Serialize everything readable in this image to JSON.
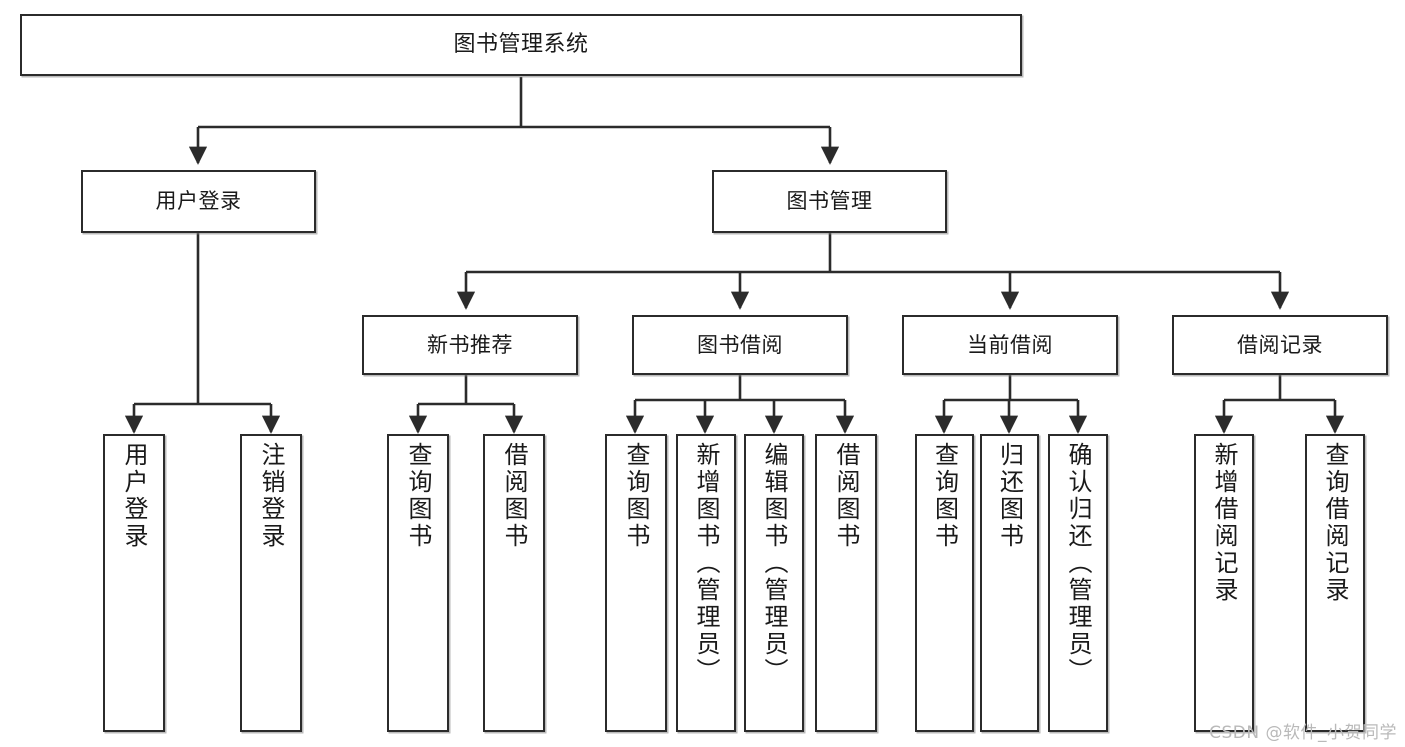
{
  "diagram": {
    "type": "tree",
    "title": "图书管理系统",
    "orientation": "top-down",
    "root": {
      "id": "root",
      "label": "图书管理系统"
    },
    "level2": [
      {
        "id": "user-login",
        "label": "用户登录"
      },
      {
        "id": "book-manage",
        "label": "图书管理"
      }
    ],
    "level3": [
      {
        "id": "new-book-rec",
        "label": "新书推荐",
        "parent": "book-manage"
      },
      {
        "id": "book-borrow",
        "label": "图书借阅",
        "parent": "book-manage"
      },
      {
        "id": "current-borrow",
        "label": "当前借阅",
        "parent": "book-manage"
      },
      {
        "id": "borrow-record",
        "label": "借阅记录",
        "parent": "book-manage"
      }
    ],
    "leaves": [
      {
        "id": "leaf-user-login",
        "label": "用户登录",
        "parent": "user-login"
      },
      {
        "id": "leaf-logout",
        "label": "注销登录",
        "parent": "user-login"
      },
      {
        "id": "leaf-query-book-1",
        "label": "查询图书",
        "parent": "new-book-rec"
      },
      {
        "id": "leaf-borrow-book-1",
        "label": "借阅图书",
        "parent": "new-book-rec"
      },
      {
        "id": "leaf-query-book-2",
        "label": "查询图书",
        "parent": "book-borrow"
      },
      {
        "id": "leaf-add-book",
        "label": "新增图书（管理员）",
        "parent": "book-borrow"
      },
      {
        "id": "leaf-edit-book",
        "label": "编辑图书（管理员）",
        "parent": "book-borrow"
      },
      {
        "id": "leaf-borrow-book-2",
        "label": "借阅图书",
        "parent": "book-borrow"
      },
      {
        "id": "leaf-query-book-3",
        "label": "查询图书",
        "parent": "current-borrow"
      },
      {
        "id": "leaf-return-book",
        "label": "归还图书",
        "parent": "current-borrow"
      },
      {
        "id": "leaf-confirm-return",
        "label": "确认归还（管理员）",
        "parent": "current-borrow"
      },
      {
        "id": "leaf-add-record",
        "label": "新增借阅记录",
        "parent": "borrow-record"
      },
      {
        "id": "leaf-query-record",
        "label": "查询借阅记录",
        "parent": "borrow-record"
      }
    ]
  },
  "watermark": {
    "text": "CSDN @软件_小贺同学"
  },
  "colors": {
    "stroke": "#2b2b2b",
    "fill": "#ffffff",
    "text": "#1a1a1a",
    "watermark": "#b9b9b9"
  }
}
